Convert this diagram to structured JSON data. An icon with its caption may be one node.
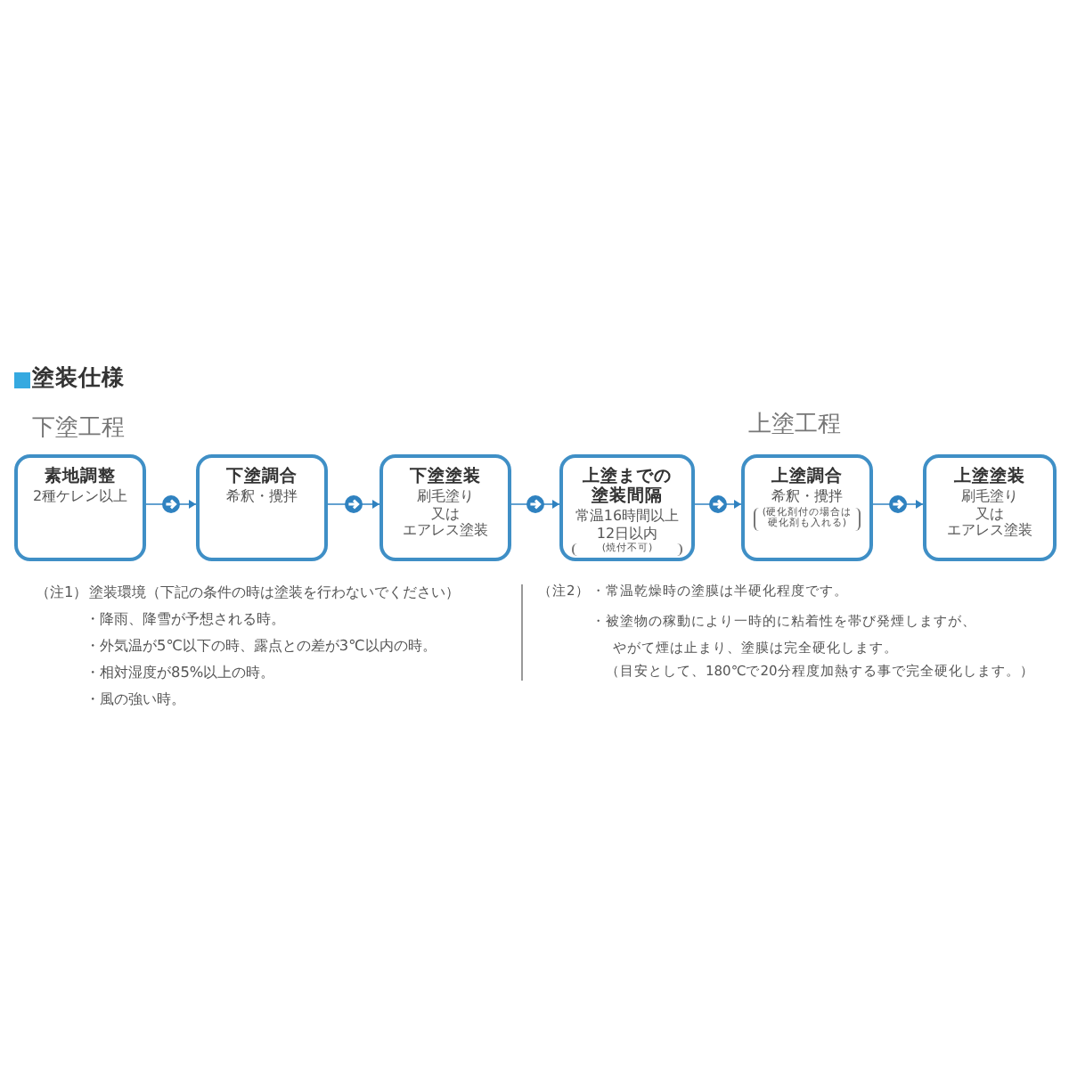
{
  "diagram": {
    "title": "塗装仕様",
    "nodes": [
      {
        "text": [
          "素地調整",
          "2種ケレン以上"
        ]
      },
      {
        "text": [
          "下塗調合",
          "希釈・攪拌"
        ]
      },
      {
        "text": [
          "下塗塗装",
          "刷毛塗り又はエアレス塗装"
        ]
      },
      {
        "text": [
          "上塗までの塗装間隔",
          "常温16時間以上12日以内",
          "(焼付不可)"
        ]
      },
      {
        "text": [
          "上塗調合",
          "希釈・攪拌",
          "(硬化剤付の場合は硬化剤も入れる)"
        ]
      },
      {
        "text": [
          "上塗塗装",
          "刷毛塗り又はエアレス塗装"
        ]
      }
    ],
    "edges": [
      {
        "from": 0,
        "to": 1,
        "arrow": "to"
      },
      {
        "from": 1,
        "to": 2,
        "arrow": "to"
      },
      {
        "from": 2,
        "to": 3,
        "arrow": "to"
      },
      {
        "from": 3,
        "to": 4,
        "arrow": "to"
      },
      {
        "from": 4,
        "to": 5,
        "arrow": "to"
      }
    ],
    "labels": [
      "下塗工程",
      "上塗工程",
      "（注1）",
      "塗装環境（下記の条件の時は塗装を行わないでください）",
      "・降雨、降雪が予想される時。",
      "・外気温が5℃以下の時、露点との差が3℃以内の時。",
      "・相対湿度が85%以上の時。",
      "・風の強い時。",
      "（注2）",
      "・常温乾燥時の塗膜は半硬化程度です。",
      "・被塗物の稼動により一時的に粘着性を帯び発煙しますが、やがて煙は止まり、塗膜は完全硬化します。",
      "（目安として、180℃で20分程度加熱する事で完全硬化します。）"
    ]
  }
}
